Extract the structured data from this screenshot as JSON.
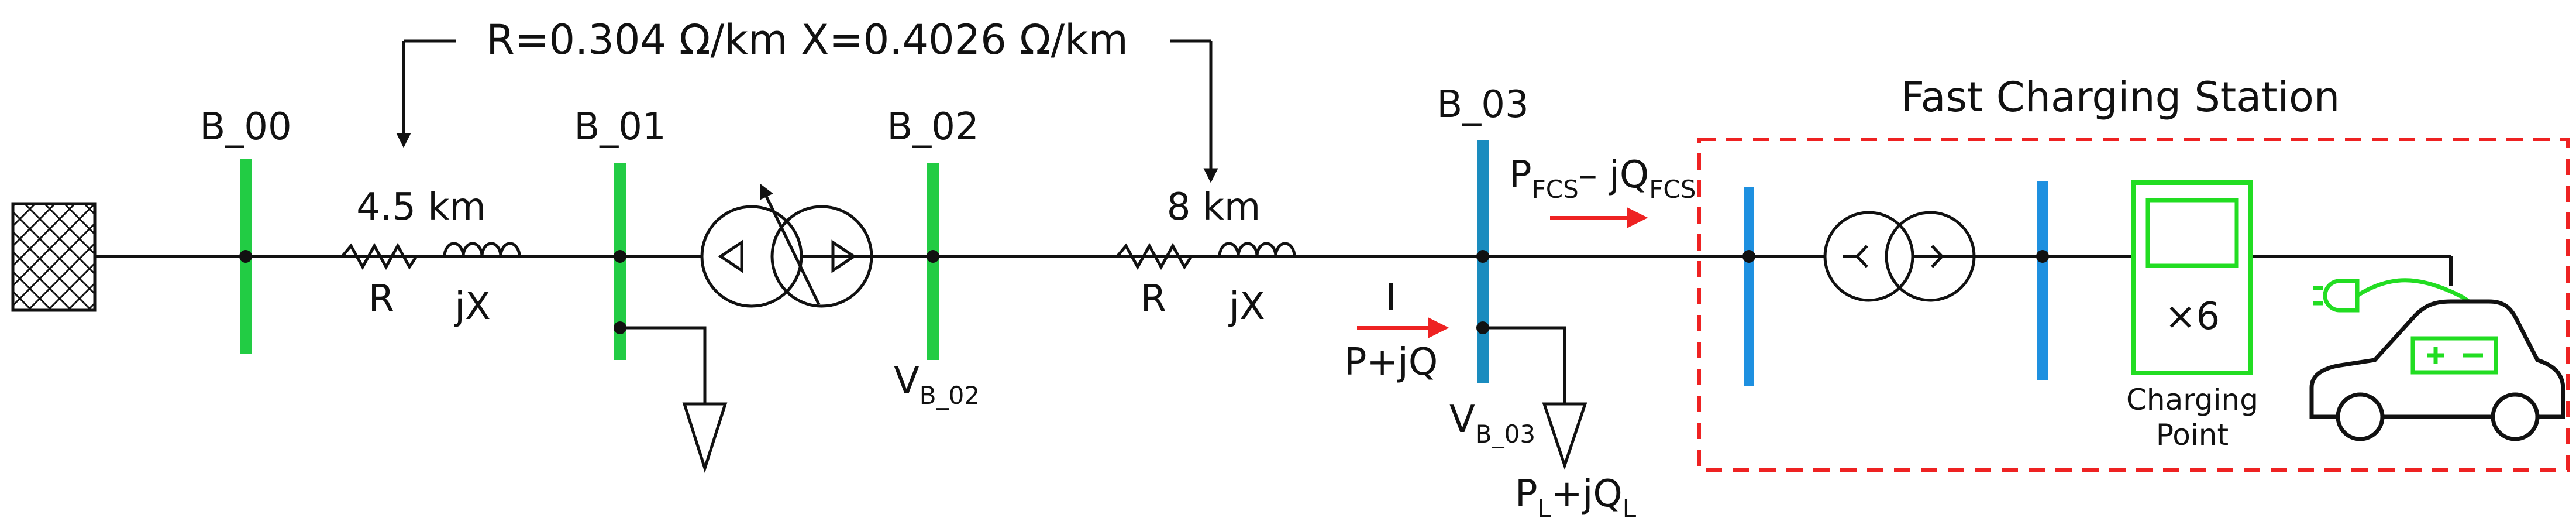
{
  "diagram": {
    "line_params": "R=0.304 Ω/km X=0.4026 Ω/km",
    "buses": [
      {
        "label": "B_00"
      },
      {
        "label": "B_01"
      },
      {
        "label": "B_02"
      },
      {
        "label": "B_03"
      }
    ],
    "segment1": {
      "length": "4.5 km",
      "r_label": "R",
      "x_label": "jX"
    },
    "segment2": {
      "length": "8 km",
      "r_label": "R",
      "x_label": "jX"
    },
    "v_b02": {
      "main": "V",
      "sub": "B_02"
    },
    "v_b03": {
      "main": "V",
      "sub": "B_03"
    },
    "current": {
      "label": "I",
      "power": "P+jQ"
    },
    "fcs_power": {
      "p": "P",
      "p_sub": "FCS",
      "mid": "– jQ",
      "q_sub": "FCS"
    },
    "load": {
      "p": "P",
      "p_sub": "L",
      "mid": "+jQ",
      "q_sub": "L"
    },
    "station": {
      "title": "Fast Charging Station",
      "multiplier": "×6",
      "charging_point_line1": "Charging",
      "charging_point_line2": "Point"
    },
    "colors": {
      "green_bus": "#22cc44",
      "blue_bus": "#1e90e0",
      "teal_bus": "#1a8cbf",
      "red_accent": "#ee2222",
      "station_green": "#22dd22"
    }
  }
}
